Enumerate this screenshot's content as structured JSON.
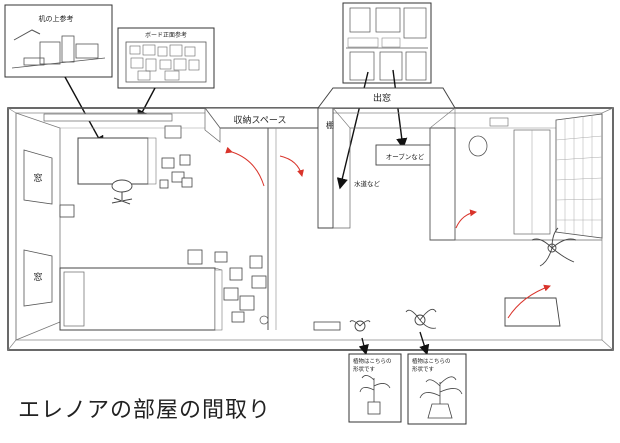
{
  "title": "エレノアの部屋の間取り",
  "labels": {
    "desk_ref": "机の上参考",
    "board_ref": "ボード正面参考",
    "storage": "収納スペース",
    "bay_window": "出窓",
    "shelf": "棚",
    "oven": "オーブンなど",
    "sink": "水道など",
    "window_upper": "窓",
    "window_lower": "窓",
    "plant_ref_left_l1": "植物はこちらの",
    "plant_ref_left_l2": "形状です",
    "plant_ref_right_l1": "植物はこちらの",
    "plant_ref_right_l2": "形状です"
  },
  "colors": {
    "line": "#333333",
    "wall": "#444444",
    "door_arc": "#d9342b"
  }
}
